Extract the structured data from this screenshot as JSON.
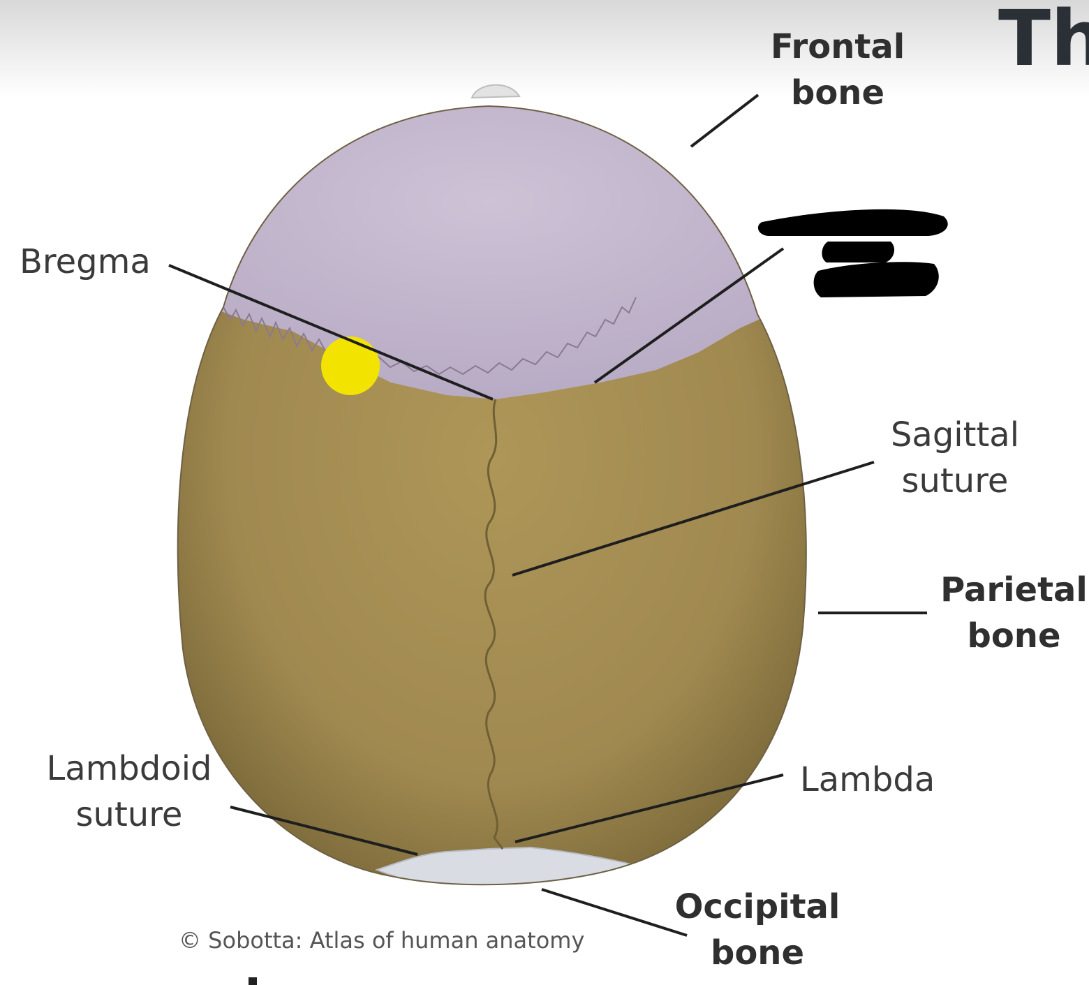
{
  "header": {
    "title_fragment": "Th"
  },
  "labels": {
    "bregma": "Bregma",
    "frontal_bone": "Frontal\nbone",
    "sagittal_suture": "Sagittal\nsuture",
    "parietal_bone": "Parietal\nbone",
    "lambdoid_suture": "Lambdoid\nsuture",
    "lambda": "Lambda",
    "occipital_bone": "Occipital\nbone"
  },
  "credit": "© Sobotta: Atlas of human anatomy",
  "colors": {
    "frontal_bone": "#c9bdd3",
    "parietal_bone": "#a38c52",
    "occipital_bone": "#d9dce3",
    "highlight_marker": "#f2e400",
    "leader_lines": "#1e1e1e",
    "redaction": "#000000"
  }
}
